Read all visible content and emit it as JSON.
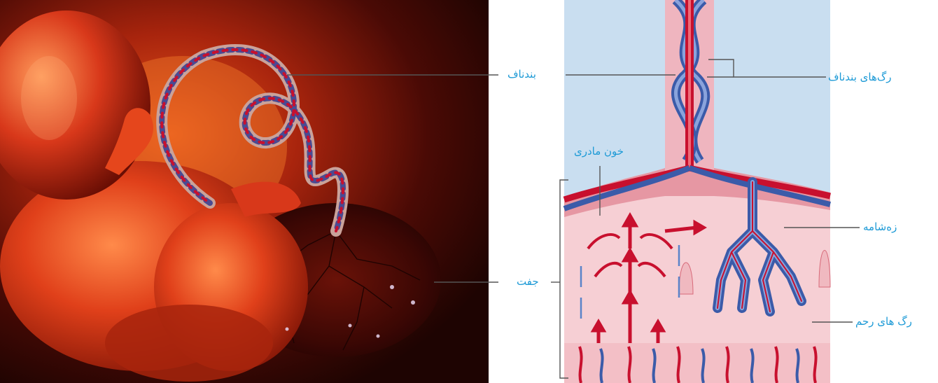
{
  "labels": {
    "umbilical_cord": "بندناف",
    "umbilical_vessels": "رگ‌های بندناف",
    "maternal_blood": "خون مادری",
    "villus": "زه‌شامه",
    "placenta": "جفت",
    "uterine_vessels": "رگ های رحم"
  },
  "colors": {
    "label": "#1d9ad6",
    "artery": "#c8102e",
    "vein": "#3b5ba9",
    "leader": "#555555"
  }
}
